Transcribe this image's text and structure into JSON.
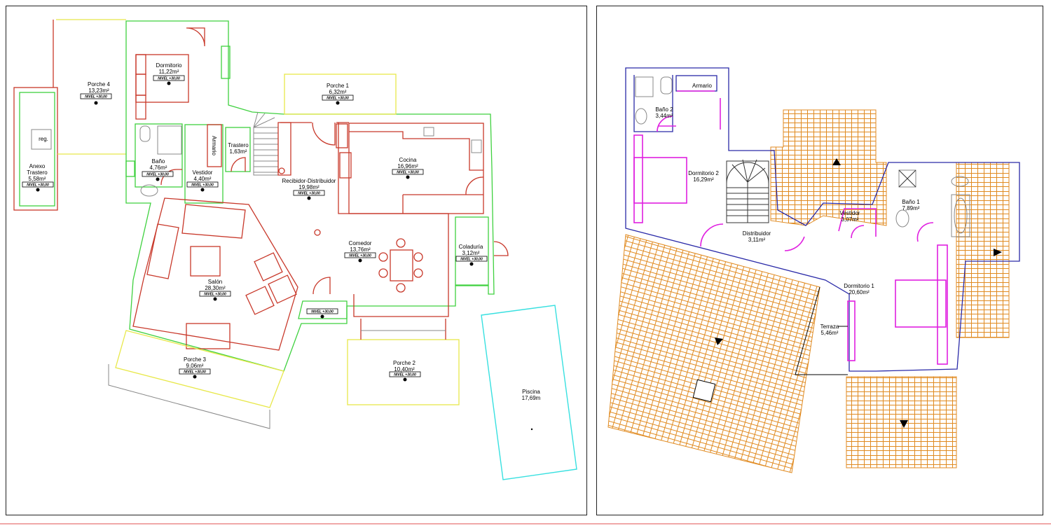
{
  "colors": {
    "interior_walls": "#c8382a",
    "exterior_walls": "#3fd13f",
    "porches": "#e8e84a",
    "upper_floor_walls": "#2a2aa8",
    "upper_floor_furniture": "#e020e0",
    "roof_tiles": "#e08a20",
    "pool": "#38e0e0"
  },
  "ground_floor": {
    "level_label": "NIVEL +30,00",
    "rooms": [
      {
        "name": "Porche 4",
        "area": "13,23m²"
      },
      {
        "name": "Dormitorio",
        "area": "11,22m²"
      },
      {
        "name": "Anexo",
        "name2": "Trastero",
        "area": "5,58m²"
      },
      {
        "name": "reg."
      },
      {
        "name": "Baño",
        "area": "4,76m²"
      },
      {
        "name": "Vestidor",
        "area": "4,40m²"
      },
      {
        "name": "Armario"
      },
      {
        "name": "Trastero",
        "area": "1,63m²"
      },
      {
        "name": "Porche 1",
        "area": "6,32m²"
      },
      {
        "name": "Cocina",
        "area": "16,96m²"
      },
      {
        "name": "Recibidor-Distribuidor",
        "area": "19,98m²"
      },
      {
        "name": "Comedor",
        "area": "13,76m²"
      },
      {
        "name": "Coladuría",
        "area": "3,12m²"
      },
      {
        "name": "Salón",
        "area": "28,30m²"
      },
      {
        "name": "Porche 3",
        "area": "9,06m²"
      },
      {
        "name": "Porche 2",
        "area": "10,40m²"
      },
      {
        "name": "Piscina",
        "area": "17,69m"
      }
    ]
  },
  "upper_floor": {
    "rooms": [
      {
        "name": "Armario"
      },
      {
        "name": "Baño 2",
        "area": "3,44m²"
      },
      {
        "name": "Dormitorio 2",
        "area": "16,29m²"
      },
      {
        "name": "Distribuidor",
        "area": "3,11m²"
      },
      {
        "name": "Vestidor",
        "area": "3,07m²"
      },
      {
        "name": "Baño 1",
        "area": "7,89m²"
      },
      {
        "name": "Dormitorio 1",
        "area": "20,60m²"
      },
      {
        "name": "Terraza",
        "area": "5,46m²"
      }
    ]
  }
}
